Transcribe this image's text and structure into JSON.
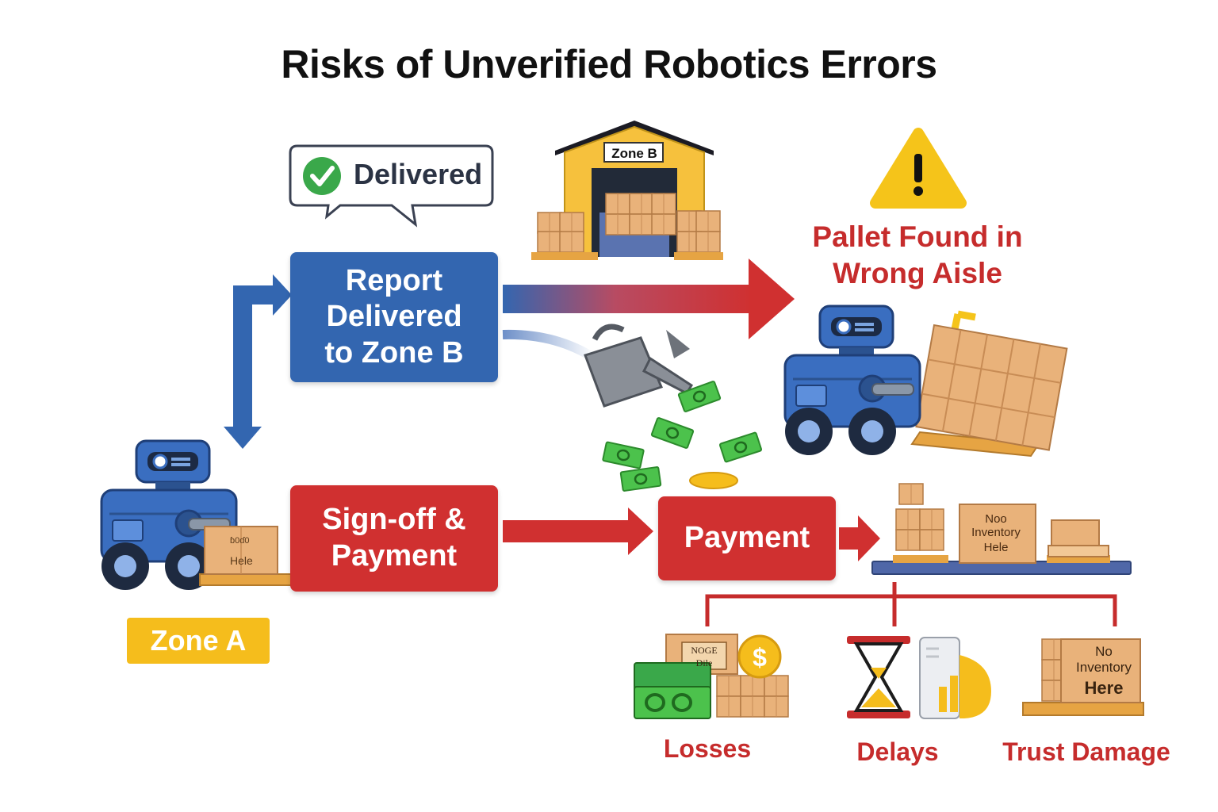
{
  "title": "Risks of Unverified Robotics Errors",
  "bubble": {
    "label": "Delivered",
    "icon": "check-circle-icon"
  },
  "warehouse_sign": "Zone B",
  "report_box": {
    "label": "Report\nDelivered\nto Zone B"
  },
  "signoff_box": {
    "label": "Sign-off &\nPayment"
  },
  "payment_box": {
    "label": "Payment"
  },
  "zone_a": {
    "label": "Zone A"
  },
  "warning": {
    "label": "Pallet Found in\nWrong Aisle",
    "icon": "warning-triangle-icon"
  },
  "no_inventory_signs": {
    "pallet": [
      "Noo",
      "Inventory",
      "Hele"
    ],
    "trust": [
      "No",
      "Inventory",
      "Here"
    ]
  },
  "robot_box_text": [
    "ɓ0ɗ0",
    "Hele"
  ],
  "loss_box_text": [
    "NOGE",
    "Dile"
  ],
  "outcomes": {
    "losses": "Losses",
    "delays": "Delays",
    "trust": "Trust Damage"
  },
  "colors": {
    "blue": "#3366b0",
    "red": "#d03030",
    "yellow": "#f5bd1c",
    "green": "#3aa84a",
    "cardboard": "#e9b27a",
    "pallet": "#e6a443"
  }
}
